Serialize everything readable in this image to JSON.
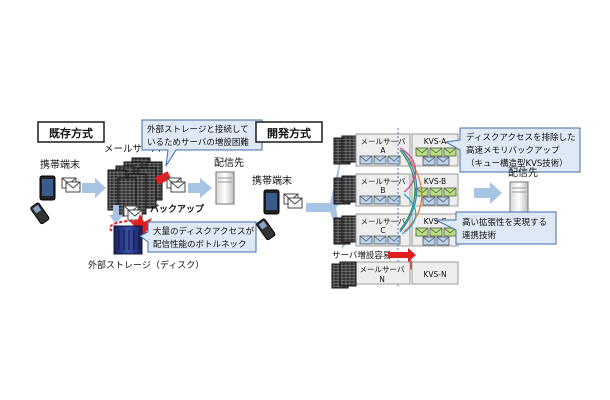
{
  "existing": {
    "title": "既存方式",
    "mobile_label": "携帯端末",
    "mail_server_label": "メールサーバ",
    "callout_top": [
      "外部ストレージと接続して",
      "いるためサーバの増設困難"
    ],
    "backup_label": "バックアップ",
    "callout_bottom": [
      "大量のディスクアクセスが",
      "配信性能のボトルネック"
    ],
    "storage_label": "外部ストレージ（ディスク）",
    "destination_label": "配信先"
  },
  "proposed": {
    "title": "開発方式",
    "mobile_label": "携帯端末",
    "servers": [
      {
        "name": "メールサーバ",
        "id": "A",
        "kvs": "KVS-A"
      },
      {
        "name": "メールサーバ",
        "id": "B",
        "kvs": "KVS-B"
      },
      {
        "name": "メールサーバ",
        "id": "C",
        "kvs": "KVS-C"
      }
    ],
    "new_server": {
      "name": "メールサーバ",
      "id": "N",
      "kvs": "KVS-N"
    },
    "add_server_label": "サーバ増設容易",
    "callout_top": [
      "ディスクアクセスを排除した",
      "高速メモリバックアップ",
      "（キュー構造型KVS技術）"
    ],
    "callout_bottom": [
      "高い拡張性を実現する",
      "連携技術"
    ],
    "destination_label": "配信先"
  },
  "colors": {
    "title_border": "#1a1a1a",
    "callout_fill": "#dfe9f6",
    "callout_border": "#3f6ea8",
    "panel_fill": "#eeeeee",
    "arrow_fill": "#a8c4e4",
    "storage_fill": "#1f2f78",
    "warning_red": "#e02020",
    "envelope_blue": "#b8d4f0",
    "envelope_green": "#b8e27c"
  },
  "icons": [
    "phone-icon",
    "cellphone-icon",
    "server-rack-icon",
    "envelope-icon",
    "storage-icon",
    "destination-server-icon",
    "explosion-icon",
    "red-tag-icon"
  ]
}
